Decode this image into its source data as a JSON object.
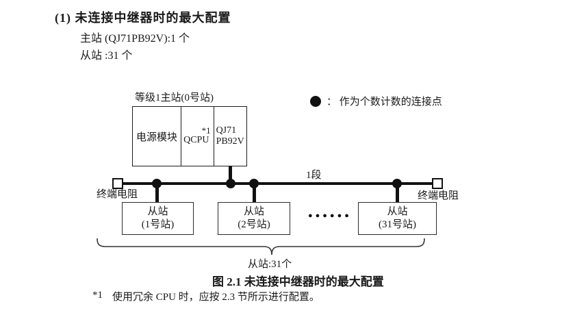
{
  "page": {
    "heading": "(1) 未连接中继器时的最大配置",
    "master_line": "主站 (QJ71PB92V):1 个",
    "slave_line": "从站 :31 个"
  },
  "diagram": {
    "master_label": "等级1主站(0号站)",
    "master_cells": {
      "power": "电源模块",
      "cpu": "QCPU",
      "cpu_note": "*1",
      "module_line1": "QJ71",
      "module_line2": "PB92V"
    },
    "legend_text": "：  作为个数计数的连接点",
    "segment_label": "1段",
    "terminator_left": "终端电阻",
    "terminator_right": "终端电阻",
    "slaves": [
      {
        "line1": "从站",
        "line2": "(1号站)"
      },
      {
        "line1": "从站",
        "line2": "(2号站)"
      },
      {
        "line1": "从站",
        "line2": "(31号站)"
      }
    ],
    "ellipsis_dots": "●●●●●●",
    "brace_label": "从站:31个"
  },
  "caption": "图 2.1 未连接中继器时的最大配置",
  "footnote": {
    "marker": "*1",
    "text": "使用冗余 CPU 时，应按 2.3 节所示进行配置。"
  }
}
